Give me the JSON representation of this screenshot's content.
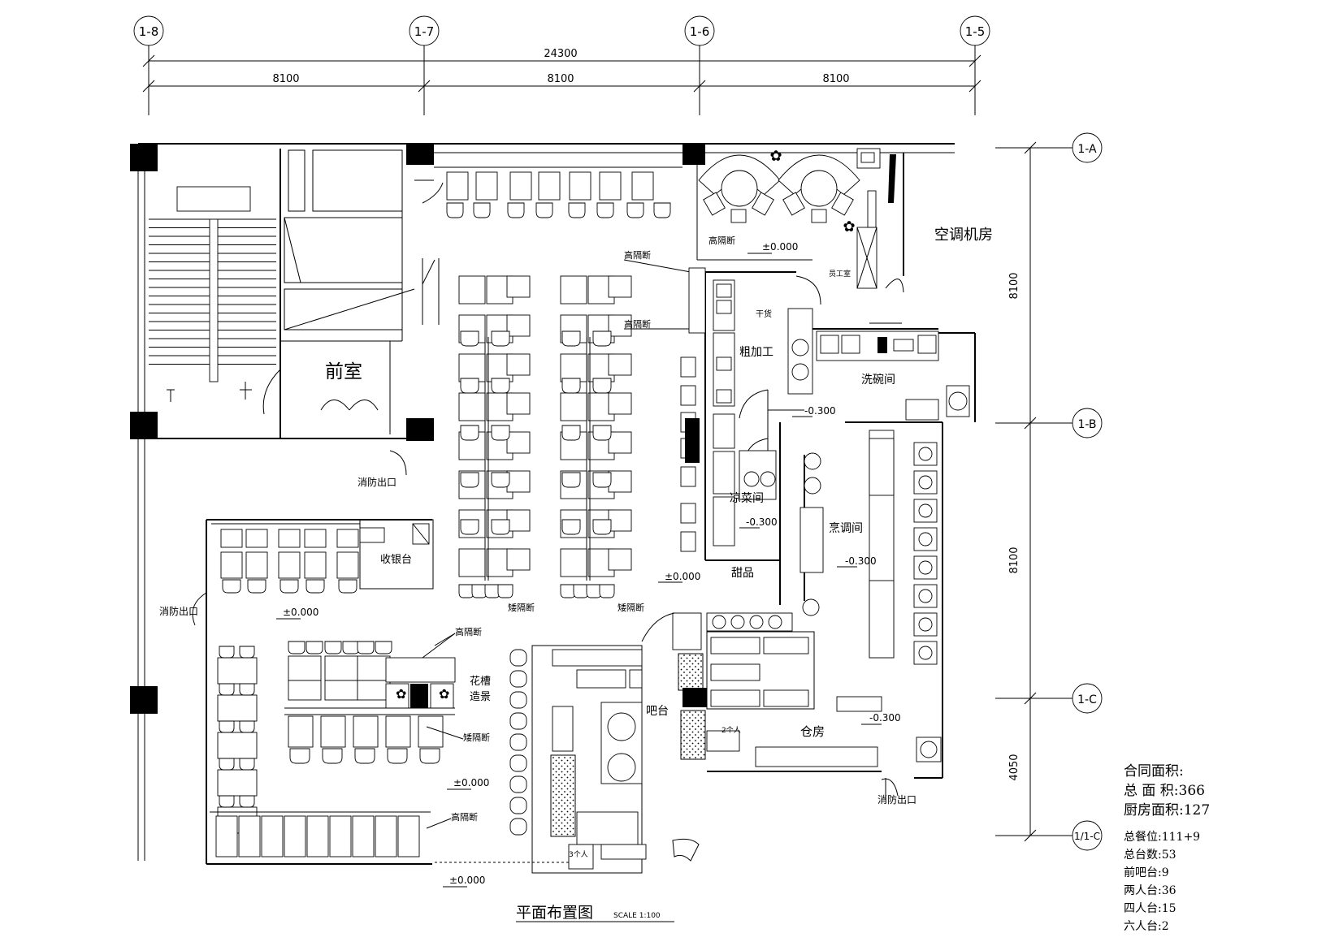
{
  "axes": {
    "columns": [
      "1-8",
      "1-7",
      "1-6",
      "1-5"
    ],
    "rows": [
      "1-A",
      "1-B",
      "1-C",
      "1/1-C"
    ]
  },
  "dimensions": {
    "total_width": "24300",
    "bays": [
      "8100",
      "8100",
      "8100"
    ],
    "row_spans": [
      "8100",
      "8100",
      "4050"
    ]
  },
  "rooms": {
    "front_room": "前室",
    "ac_room": "空调机房",
    "rough_processing": "粗加工",
    "dish_washing": "洗碗间",
    "cold_dish": "凉菜间",
    "cooking": "烹调间",
    "dessert": "甜品",
    "bar": "吧台",
    "storage": "仓房",
    "cashier": "收银台",
    "planter": "花槽",
    "fountain": "造景"
  },
  "labels": {
    "fire_exit": "消防出口",
    "high_partition": "高隔断",
    "low_partition": "矮隔断",
    "level_zero": "±0.000",
    "level_neg": "-0.300",
    "staff_room": "员工室",
    "dry_goods": "干货",
    "cold_bar_persons": "2个人",
    "seat_3": "3个人"
  },
  "title": {
    "main": "平面布置图",
    "scale": "SCALE 1:100"
  },
  "info": {
    "header": "合同面积:",
    "total_area_label": "总 面 积:",
    "total_area_value": "366",
    "kitchen_area_label": "厨房面积:",
    "kitchen_area_value": "127",
    "seats_label": "总餐位:",
    "seats_value": "111+9",
    "tables_label": "总台数:",
    "tables_value": "53",
    "bar_label": "前吧台:",
    "bar_value": "9",
    "two_label": "两人台:",
    "two_value": "36",
    "four_label": "四人台:",
    "four_value": "15",
    "six_label": "六人台:",
    "six_value": "2"
  }
}
